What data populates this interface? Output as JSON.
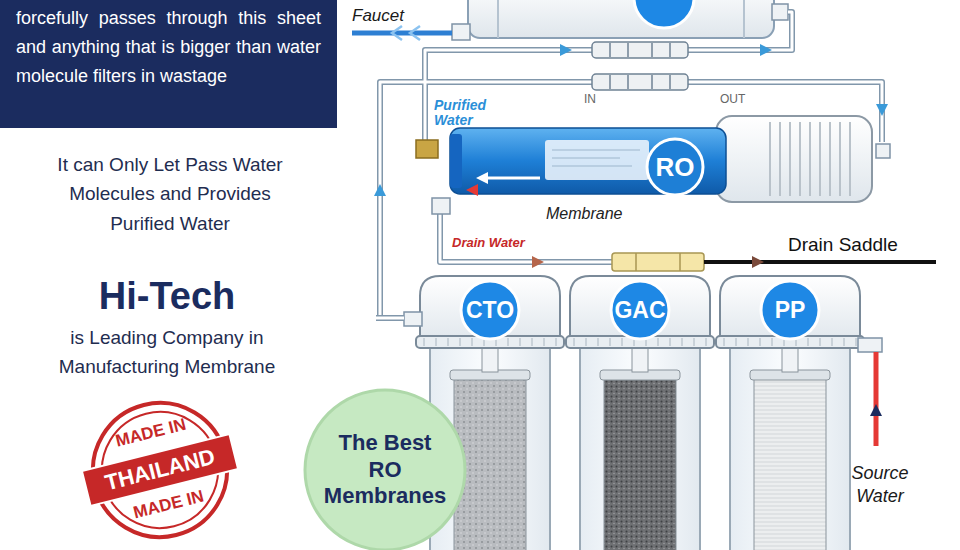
{
  "diagram": {
    "nodes": [
      {
        "text": [
          "forcefully passes through this sheet and anything that is bigger than water molecule filters in wastage"
        ]
      },
      {
        "text": [
          "RO"
        ]
      },
      {
        "text": [
          "CTO"
        ]
      },
      {
        "text": [
          "GAC"
        ]
      },
      {
        "text": [
          "PP"
        ]
      },
      {
        "text": [
          "MADE IN",
          "THAILAND",
          "MADE IN"
        ]
      },
      {
        "text": [
          "The Best RO Membranes"
        ]
      }
    ],
    "labels": [
      "Faucet",
      "IN",
      "OUT",
      "Purified Water",
      "It can Only Let Pass Water Molecules and Provides Purified Water",
      "Membrane",
      "Drain Water",
      "Drain Saddle",
      "Hi-Tech",
      "is Leading Company in Manufacturing Membrane",
      "Source Water"
    ]
  }
}
